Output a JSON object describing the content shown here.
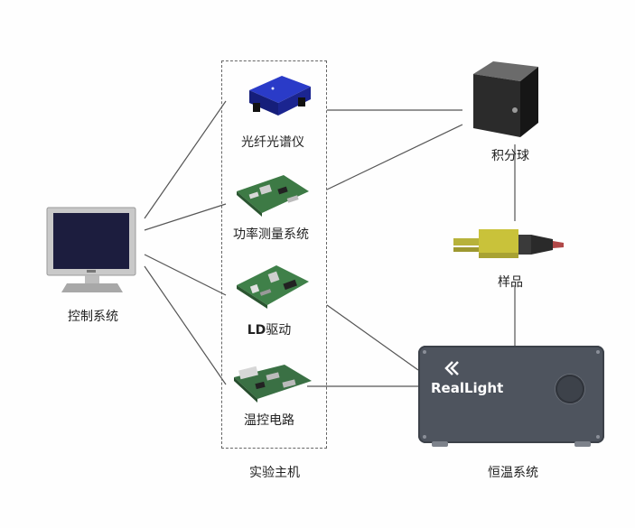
{
  "labels": {
    "control_system": "控制系统",
    "spectrometer": "光纤光谱仪",
    "power_system": "功率测量系统",
    "ld_driver_prefix": "LD",
    "ld_driver_suffix": "驱动",
    "temp_circuit": "温控电路",
    "host": "实验主机",
    "integrating_sphere": "积分球",
    "sample": "样品",
    "thermostat": "恒温系统",
    "brand": "RealLight"
  },
  "icons": {
    "monitor": "monitor-icon",
    "spectrometer": "spectrometer-device-icon",
    "power_board": "circuit-board-icon",
    "ld_board": "circuit-board-icon",
    "temp_board": "circuit-board-icon",
    "sphere": "integrating-sphere-icon",
    "sample": "laser-diode-icon",
    "thermostat": "thermostat-box-icon"
  },
  "colors": {
    "background": "#fefefe",
    "line": "#555555",
    "spectrometer_blue": "#1f2fb0",
    "board_green": "#3d7a45",
    "sample_yellow": "#c9c23a",
    "thermostat_body": "#4f5560"
  }
}
